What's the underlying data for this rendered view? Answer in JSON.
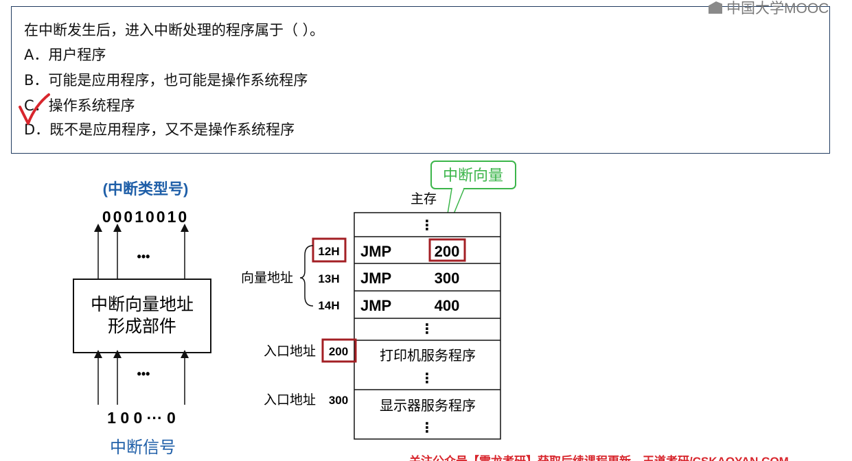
{
  "question": {
    "stem": "在中断发生后，进入中断处理的程序属于（   ）。",
    "options": [
      "A．用户程序",
      "B．可能是应用程序，也可能是操作系统程序",
      "C．操作系统程序",
      "D．既不是应用程序，又不是操作系统程序"
    ]
  },
  "brand": {
    "name": "中国大学MOOC"
  },
  "diagram": {
    "type_label": "(中断类型号)",
    "type_code": "00010010",
    "unit_label_line1": "中断向量地址",
    "unit_label_line2": "形成部件",
    "signal_bits": "1 0 0  ··· 0",
    "signal_label": "中断信号",
    "dots": "•••",
    "vdots": "⋮",
    "memory_label": "主存",
    "vector_callout": "中断向量",
    "vector_addr_label": "向量地址",
    "rows": [
      {
        "addr": "12H",
        "op": "JMP",
        "target": "200"
      },
      {
        "addr": "13H",
        "op": "JMP",
        "target": "300"
      },
      {
        "addr": "14H",
        "op": "JMP",
        "target": "400"
      }
    ],
    "entry1_label": "入口地址",
    "entry1_addr": "200",
    "entry1_service": "打印机服务程序",
    "entry2_label": "入口地址",
    "entry2_addr": "300",
    "entry2_service": "显示器服务程序"
  },
  "footer": {
    "text": "关注公众号【雷龙考研】获取后续课程更新，王道考研/CSKAOYAN.COM"
  },
  "colors": {
    "blue_label": "#1f5fa8",
    "red_box": "#a31f24",
    "green_callout": "#3bb54a",
    "check_red": "#d8262d"
  }
}
